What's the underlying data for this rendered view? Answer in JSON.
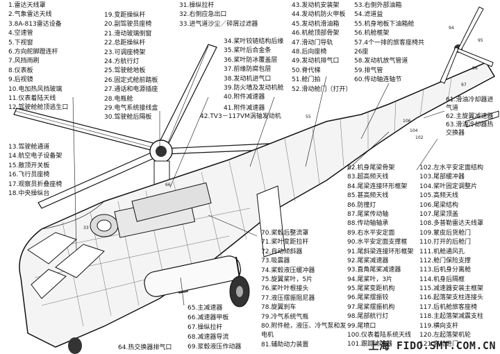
{
  "columns": {
    "c1": [
      "1.雷达天线罩",
      "2.气象雷达天线",
      "3.8A-813雷达设备",
      "4.空速管",
      "5.下视窗",
      "6.方向舵脚蹬连杆",
      "7.风挡雨刷",
      "8.仪表板",
      "9.后视镜",
      "10.电加热风挡玻璃",
      "11.仪表着陆天线",
      "12.驾驶舱舱顶逃生口"
    ],
    "c2": [
      "19.变距操纵杆",
      "20.副驾驶员座椅",
      "21.滑动玻璃侧窗",
      "22.总距操纵杆",
      "23.可调座椅架",
      "24.方航行灯",
      "25.驾驶舱地板",
      "26.固定式舱前踏板",
      "27.通话和电源插座",
      "28.电瓶舱",
      "29.电气系统接线盒",
      "30.驾驶舱后隔板"
    ],
    "c3a": [
      "31.操纵拉杆",
      "32.右侧应急出口",
      "33.进气道沙尘／碎屑过滤器"
    ],
    "c3b": [
      "34.桨叶铰链结构后缘",
      "35.桨叶后合金条",
      "36.桨叶防冰覆盖层",
      "37.前缘防腐包层",
      "38.发动机进气口",
      "39.防火墙及发动机舱",
      "40.附件减速器"
    ],
    "c4": [
      "43.发动机安装架",
      "44.发动机防火甲板",
      "45.发动机滑油箱",
      "46.机舱顶部骨架",
      "47.滑动门导轨",
      "48.后向座椅",
      "49.发动机排气口",
      "50.脊代梯",
      "51.舱门拍",
      "52.滑动舱门（打开）"
    ],
    "c5": [
      "53.右侧外部油箱",
      "54.滤道益",
      "55.机身地板下油箱舱",
      "56.机舱框架",
      "57.4个一排的旅客座椅共26座",
      "58.发动机放气管道",
      "59.排气管",
      "60.传动轴连轴节"
    ],
    "c6": [
      "61.滑油冷却器进气道",
      "62.主旋翼减速器",
      "63.滑油冷却器热交换器"
    ],
    "c7": [
      "13.驾驶舱通道",
      "14.航空电子设备架",
      "15.散顶开关板",
      "16.飞行员座椅",
      "17.观察员折叠座椅",
      "18.中央操纵台"
    ],
    "c8": [
      "70.桨毂后整流罩",
      "71.桨叶变距拉杆",
      "72.自动倾斜器",
      "73.吸震器",
      "74.桨毂液压缓冲器",
      "75.旋翼桨叶，5片",
      "76.桨叶叶根接头",
      "77.液压摆振阻尼器",
      "78.旋翼刹车",
      "79.冷气系统气瓶",
      "80.附件舱，液压、冷气泵和发电机",
      "81.辅助动力装置"
    ],
    "c9": [
      "82.机身尾梁骨架",
      "83.超高频天线",
      "84.尾梁连接环形框架",
      "85.甚高频天线",
      "86.防撞灯",
      "87.尾桨传动轴",
      "88.传动轴轴承",
      "89.右水平安定面",
      "90.水平安定面支撑框",
      "91.尾斜梁连接环形框架",
      "92.尾桨减速器",
      "93.直角尾桨减速器",
      "94.尾桨叶，3片",
      "95.尾桨变距机构",
      "96.尾桨摆振铰",
      "97.尾桨摆振机构",
      "98.尾部航行灯",
      "99.尾喷口",
      "100.仪表着陆系统天线",
      "101.跟踪滤波器"
    ],
    "c10": [
      "102.左水平安定面结构",
      "103.尾部缓冲器",
      "104.桨叶固定调整片",
      "105.高频天线",
      "106.尾梁结构",
      "107.尾梁顶盖",
      "108.多普勒雷达天线罩",
      "109.蒙皮后货舱门",
      "110.打开的后舱门",
      "111.机舱通风孔",
      "112.舱门保险支撑",
      "113.后机身分离舱",
      "114.机身后隔框",
      "115.减速器安装主框架",
      "116.起落架支柱连接头",
      "117.后机舱旅客座椅",
      "118.主起落架减震支柱",
      "119.横向支杆",
      "120.左起落架机轮",
      "121.客舱进门"
    ]
  },
  "labels": {
    "l41": "41.附件减速器",
    "l42": "42.TV3－117VM涡轴发动机",
    "l64": "64.热交换器排气口",
    "l65": "65.主减速器",
    "l66": "66.减速器甲板",
    "l67": "67.操纵拉杆",
    "l68": "68.减速器导流",
    "l69": "69.浆毂液压作动器"
  },
  "watermark": "上海 FIDO.SMT.COM.CN",
  "colors": {
    "ink": "#111111",
    "paper": "#ffffff"
  }
}
